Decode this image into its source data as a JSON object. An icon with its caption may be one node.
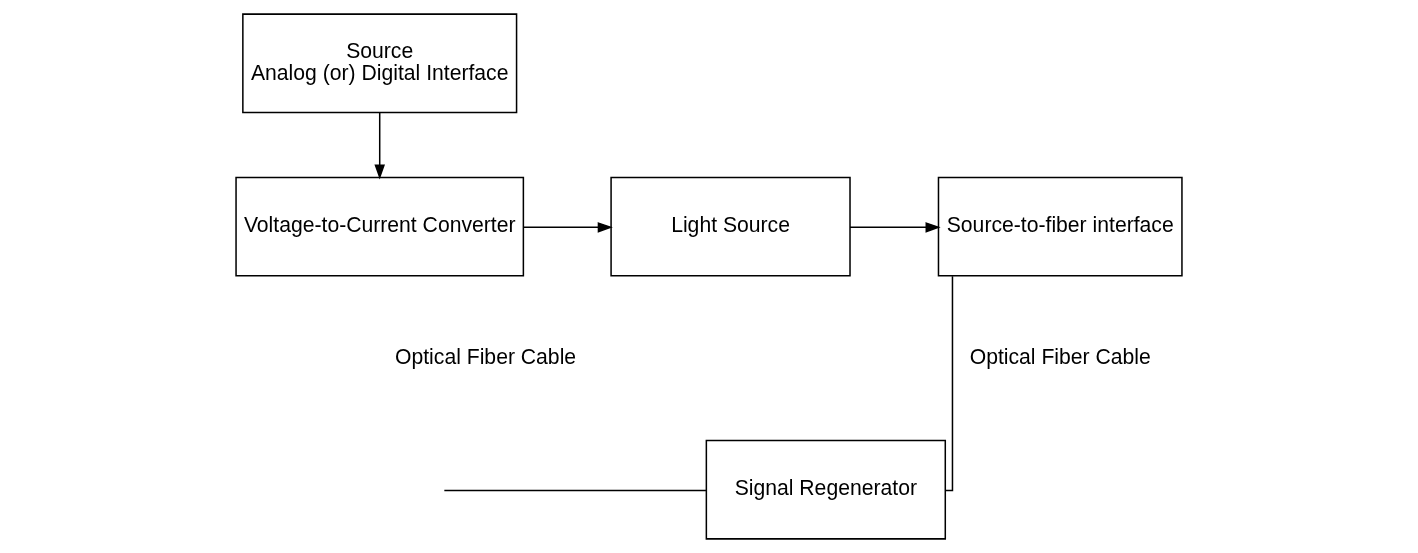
{
  "diagram": {
    "nodes": [
      {
        "text": [
          "Source",
          "Analog (or) Digital Interface"
        ]
      },
      {
        "text": [
          "Voltage-to-Current Converter"
        ]
      },
      {
        "text": [
          "Light Source"
        ]
      },
      {
        "text": [
          "Source-to-fiber interface"
        ]
      },
      {
        "text": [
          "Signal Regenerator"
        ]
      }
    ],
    "edges": [
      {
        "from": 0,
        "to": 1,
        "arrow": "to"
      },
      {
        "from": 1,
        "to": 2,
        "arrow": "to"
      },
      {
        "from": 2,
        "to": 3,
        "arrow": "to"
      },
      {
        "from": 3,
        "to": 4,
        "arrow": "none"
      },
      {
        "from": 4,
        "to": null,
        "arrow": "none"
      }
    ],
    "labels": [
      "Optical Fiber Cable",
      "Optical Fiber Cable"
    ]
  }
}
